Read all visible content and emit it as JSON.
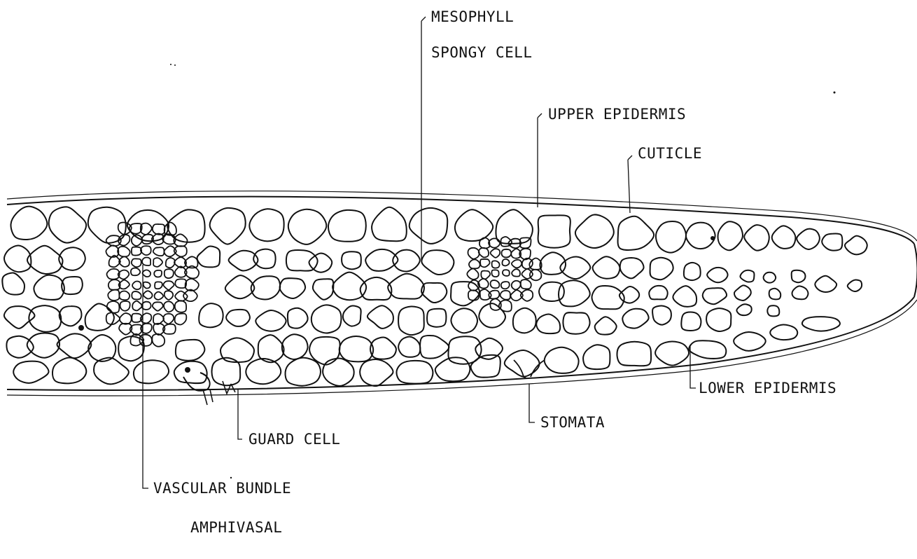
{
  "labels": {
    "mesophyll": "MESOPHYLL",
    "spongy_cell": "SPONGY CELL",
    "upper_epidermis": "UPPER EPIDERMIS",
    "cuticle": "CUTICLE",
    "lower_epidermis": "LOWER EPIDERMIS",
    "stomata": "STOMATA",
    "guard_cell": "GUARD CELL",
    "vascular_bundle": "VASCULAR BUNDLE",
    "amphivasal": "AMPHIVASAL"
  },
  "colors": {
    "ink": "#111111",
    "paper": "#ffffff"
  }
}
